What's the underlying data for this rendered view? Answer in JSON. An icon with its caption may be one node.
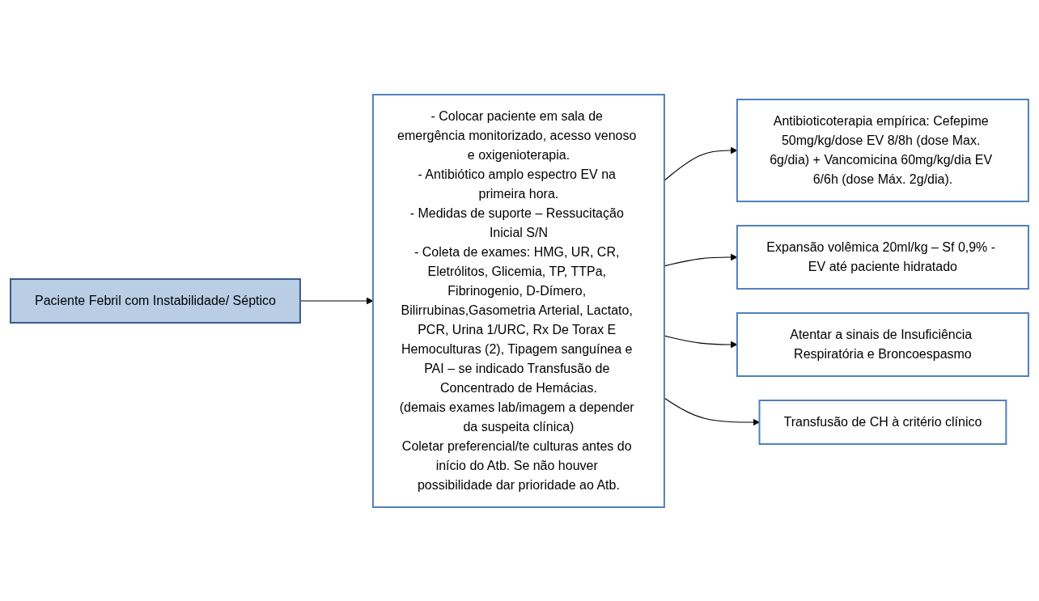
{
  "diagram": {
    "nodes": [
      {
        "text": [
          "Paciente Febril com Instabilidade/ Séptico"
        ]
      },
      {
        "text": [
          "- Colocar paciente em sala de emergência monitorizado, acesso venoso e oxigenioterapia.",
          "- Antibiótico amplo espectro EV na primeira hora.",
          "- Medidas de suporte – Ressucitação Inicial S/N",
          "- Coleta de exames: HMG, UR, CR, Eletrólitos, Glicemia, TP, TTPa, Fibrinogenio, D-Dímero, Bilirrubinas,Gasometria Arterial, Lactato, PCR, Urina 1/URC, Rx De Torax E Hemoculturas (2), Tipagem sanguínea e PAI – se indicado Transfusão de Concentrado de Hemácias.",
          "(demais exames lab/imagem a depender da suspeita clínica)",
          "Coletar preferencial/te culturas antes do início do Atb. Se não houver possibilidade dar prioridade ao Atb."
        ]
      },
      {
        "text": [
          "Antibioticoterapia empírica: Cefepime 50mg/kg/dose EV 8/8h (dose Max. 6g/dia) + Vancomicina 60mg/kg/dia EV 6/6h (dose Máx. 2g/dia)."
        ]
      },
      {
        "text": [
          "Expansão volêmica 20ml/kg – Sf 0,9% - EV até paciente hidratado"
        ]
      },
      {
        "text": [
          "Atentar a sinais de Insuficiência Respiratória e Broncoespasmo"
        ]
      },
      {
        "text": [
          "Transfusão de CH à critério clínico"
        ]
      }
    ],
    "edges": [
      {
        "from": 0,
        "to": 1,
        "arrow": "to"
      },
      {
        "from": 1,
        "to": 2,
        "arrow": "to"
      },
      {
        "from": 1,
        "to": 3,
        "arrow": "to"
      },
      {
        "from": 1,
        "to": 4,
        "arrow": "to"
      },
      {
        "from": 1,
        "to": 5,
        "arrow": "to"
      }
    ]
  }
}
